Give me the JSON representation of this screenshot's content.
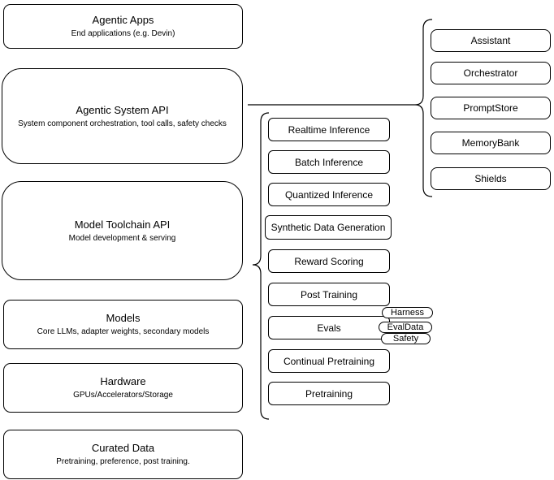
{
  "diagram": {
    "layers": [
      {
        "title": "Agentic Apps",
        "subtitle": "End applications (e.g. Devin)"
      },
      {
        "title": "Agentic System API",
        "subtitle": "System component orchestration, tool calls, safety checks"
      },
      {
        "title": "Model Toolchain API",
        "subtitle": "Model development & serving"
      },
      {
        "title": "Models",
        "subtitle": "Core LLMs, adapter weights, secondary models"
      },
      {
        "title": "Hardware",
        "subtitle": "GPUs/Accelerators/Storage"
      },
      {
        "title": "Curated Data",
        "subtitle": "Pretraining, preference, post training."
      }
    ],
    "toolchain_services": [
      "Realtime Inference",
      "Batch Inference",
      "Quantized Inference",
      "Synthetic Data Generation",
      "Reward Scoring",
      "Post Training",
      "Evals",
      "Continual Pretraining",
      "Pretraining"
    ],
    "eval_badges": [
      "Harness",
      "EvalData",
      "Safety"
    ],
    "system_components": [
      "Assistant",
      "Orchestrator",
      "PromptStore",
      "MemoryBank",
      "Shields"
    ],
    "colors": {
      "stroke": "#000000",
      "fill": "#ffffff",
      "text": "#000000",
      "background": "#ffffff"
    }
  }
}
